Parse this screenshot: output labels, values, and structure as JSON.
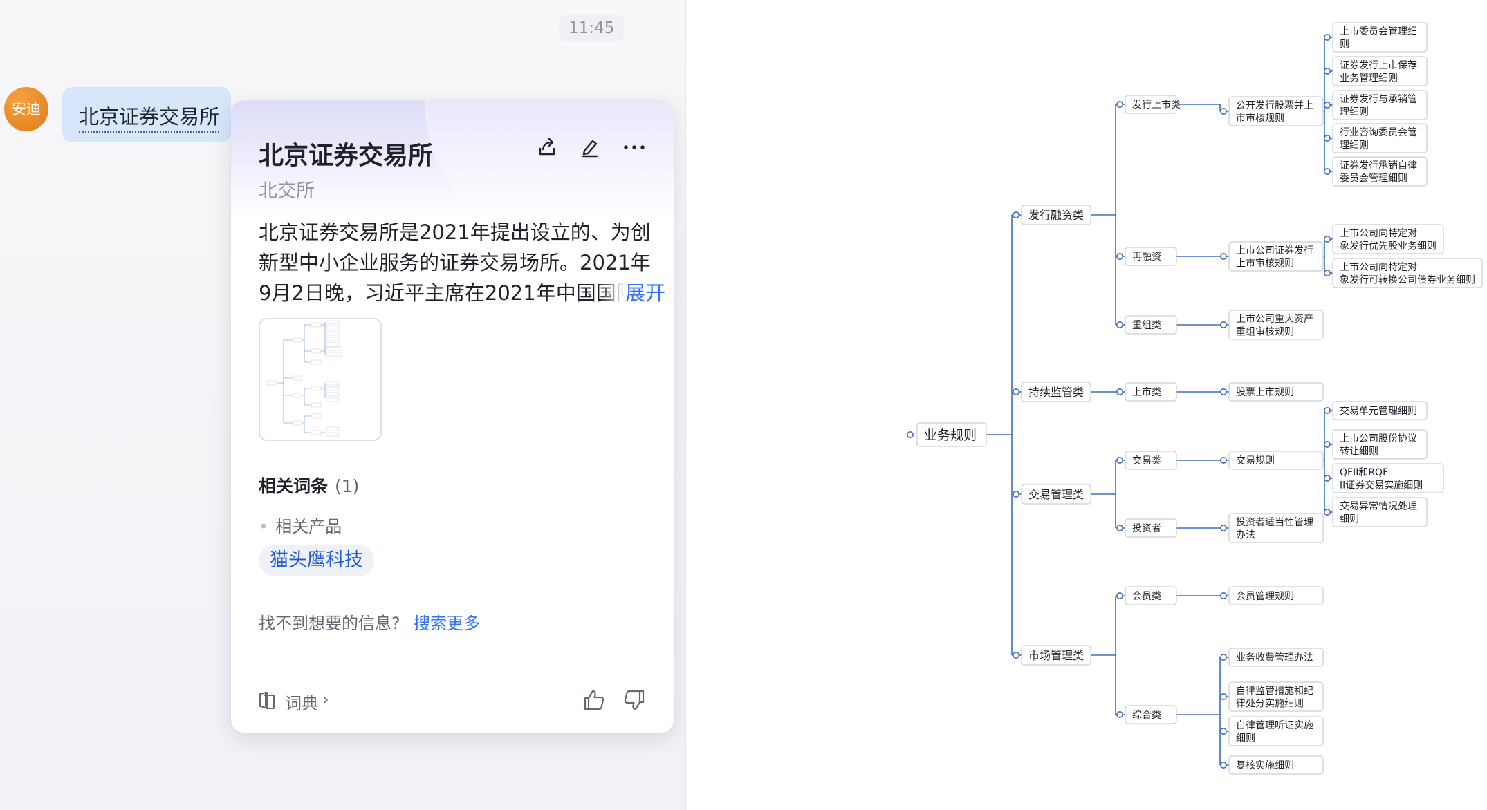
{
  "chat": {
    "timestamp": "11:45",
    "avatar_text": "安迪",
    "message": "北京证券交易所"
  },
  "card": {
    "title": "北京证券交易所",
    "subtitle": "北交所",
    "description": "北京证券交易所是2021年提出设立的、为创新型中小企业服务的证券交易场所。2021年9月2日晚，习近平主席在2021年中国国际",
    "expand_label": "展开",
    "related_title": "相关词条",
    "related_count": "(1)",
    "related_subheading": "相关产品",
    "related_product": "猫头鹰科技",
    "not_found_text": "找不到想要的信息?",
    "search_more": "搜索更多",
    "dictionary_label": "词典",
    "chevron": "›",
    "icons": [
      "share-icon",
      "edit-icon",
      "more-icon",
      "dictionary-icon",
      "thumbs-up-icon",
      "thumbs-down-icon"
    ]
  },
  "mindmap": {
    "root": "业务规则",
    "categories": [
      {
        "label": "发行融资类",
        "groups": [
          {
            "label": "发行上市类",
            "rules": [
              {
                "label": [
                  "公开发行股票并上",
                  "市审核规则"
                ],
                "details": [
                  [
                    "上市委员会管理细",
                    "则"
                  ],
                  [
                    "证券发行上市保荐",
                    "业务管理细则"
                  ],
                  [
                    "证券发行与承销管",
                    "理细则"
                  ],
                  [
                    "行业咨询委员会管",
                    "理细则"
                  ],
                  [
                    "证券发行承销自律",
                    "委员会管理细则"
                  ]
                ]
              }
            ]
          },
          {
            "label": "再融资",
            "rules": [
              {
                "label": [
                  "上市公司证券发行",
                  "上市审核规则"
                ],
                "details": [
                  [
                    "上市公司向特定对",
                    "象发行优先股业务细则"
                  ],
                  [
                    "上市公司向特定对",
                    "象发行可转换公司债券业务细则"
                  ]
                ]
              }
            ]
          },
          {
            "label": "重组类",
            "rules": [
              {
                "label": [
                  "上市公司重大资产",
                  "重组审核规则"
                ],
                "details": []
              }
            ]
          }
        ]
      },
      {
        "label": "持续监管类",
        "groups": [
          {
            "label": "上市类",
            "rules": [
              {
                "label": [
                  "股票上市规则"
                ],
                "details": []
              }
            ]
          }
        ]
      },
      {
        "label": "交易管理类",
        "groups": [
          {
            "label": "交易类",
            "rules": [
              {
                "label": [
                  "交易规则"
                ],
                "details": [
                  [
                    "交易单元管理细则"
                  ],
                  [
                    "上市公司股份协议",
                    "转让细则"
                  ],
                  [
                    "QFII和RQF",
                    "II证券交易实施细则"
                  ],
                  [
                    "交易异常情况处理",
                    "细则"
                  ]
                ]
              }
            ]
          },
          {
            "label": "投资者",
            "rules": [
              {
                "label": [
                  "投资者适当性管理",
                  "办法"
                ],
                "details": []
              }
            ]
          }
        ]
      },
      {
        "label": "市场管理类",
        "groups": [
          {
            "label": "会员类",
            "rules": [
              {
                "label": [
                  "会员管理规则"
                ],
                "details": []
              }
            ]
          },
          {
            "label": "综合类",
            "rules": [
              {
                "label": [
                  "业务收费管理办法"
                ],
                "details": []
              },
              {
                "label": [
                  "自律监管措施和纪",
                  "律处分实施细则"
                ],
                "details": []
              },
              {
                "label": [
                  "自律管理听证实施",
                  "细则"
                ],
                "details": []
              },
              {
                "label": [
                  "复核实施细则"
                ],
                "details": []
              }
            ]
          }
        ]
      }
    ]
  }
}
